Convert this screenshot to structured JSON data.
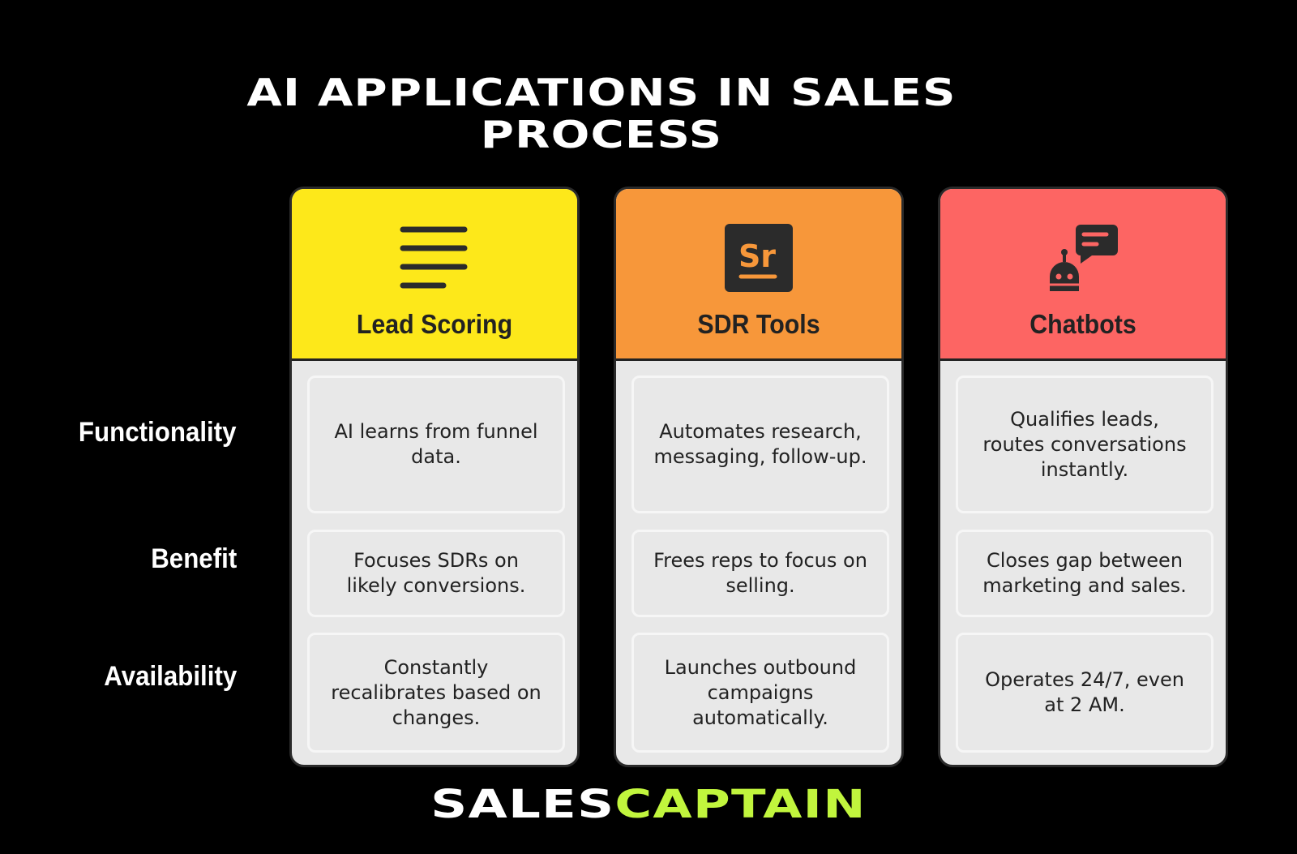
{
  "title_lines": [
    "AI APPLICATIONS IN SALES",
    "PROCESS"
  ],
  "row_labels": [
    "Functionality",
    "Benefit",
    "Availability"
  ],
  "columns": [
    {
      "title": "Lead Scoring",
      "color": "#fde81a",
      "icon": "lines-icon",
      "cells": [
        "AI learns from funnel data.",
        "Focuses SDRs on likely conversions.",
        "Constantly recalibrates based on changes."
      ]
    },
    {
      "title": "SDR Tools",
      "color": "#f7973a",
      "icon": "sr-icon",
      "icon_text": "Sr",
      "cells": [
        "Automates research, messaging, follow-up.",
        "Frees reps to focus on selling.",
        "Launches outbound campaigns automatically."
      ]
    },
    {
      "title": "Chatbots",
      "color": "#fd6563",
      "icon": "chatbot-icon",
      "cells": [
        "Qualifies leads, routes conversations instantly.",
        "Closes gap between marketing and sales.",
        "Operates 24/7, even at 2 AM."
      ]
    }
  ],
  "brand": {
    "part1": "SALES",
    "part2": "CAPTAIN",
    "part1_color": "#ffffff",
    "part2_color": "#c1f53d"
  }
}
